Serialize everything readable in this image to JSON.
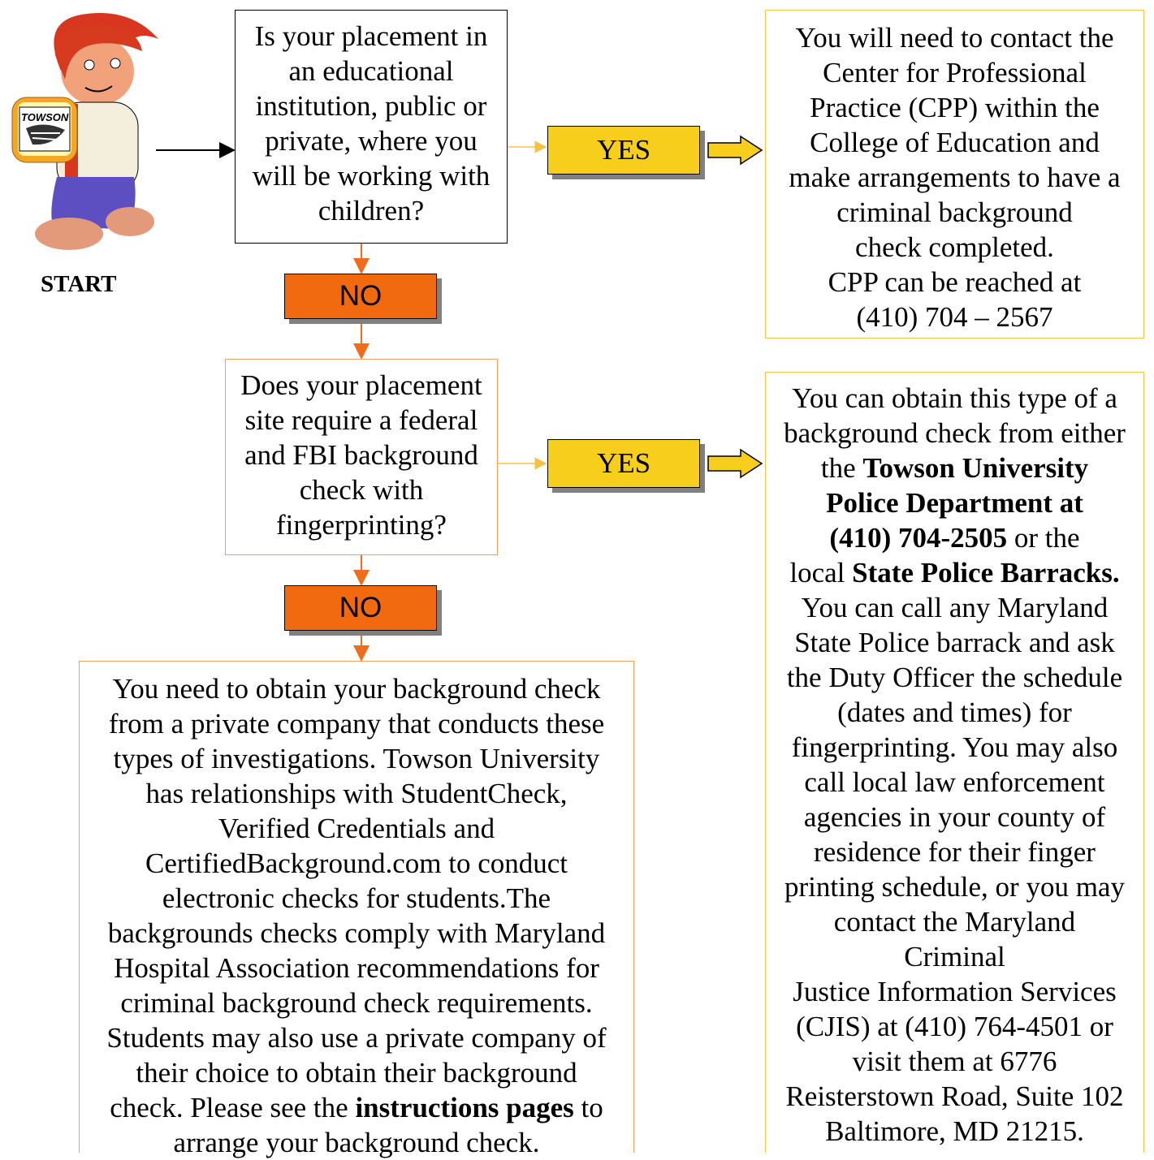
{
  "start_label": "START",
  "mascot": {
    "badge_text": "TOWSON"
  },
  "question1": [
    "Is your placement in",
    "an educational",
    "institution, public or",
    "private, where you",
    "will be working with",
    "children?"
  ],
  "question2": [
    "Does your placement",
    "site require a federal",
    "and FBI background",
    "check with",
    "fingerprinting?"
  ],
  "yes_label": "YES",
  "no_label": "NO",
  "answer_cpp": [
    "You will need to contact the",
    "Center for Professional",
    "Practice (CPP) within the",
    "College of Education and",
    "make arrangements to have a",
    "criminal background",
    "check completed.",
    "CPP can be reached at",
    "(410) 704 – 2567"
  ],
  "answer_fbi": {
    "l1": "You can obtain this type of a",
    "l2": "background check from either",
    "l3a": "the ",
    "l3b": "Towson University",
    "l4": "Police Department at",
    "l5a": "(410) 704-2505",
    "l5b": " or the",
    "l6a": "local ",
    "l6b": "State Police Barracks.",
    "rest": [
      "You can call any Maryland",
      "State Police barrack and ask",
      "the Duty Officer the schedule",
      "(dates and times) for",
      "fingerprinting. You may also",
      "call local law enforcement",
      "agencies in your county of",
      "residence for their finger",
      "printing schedule, or you may",
      "contact the Maryland",
      "Criminal",
      " Justice Information Services",
      "(CJIS) at (410) 764-4501 or",
      "visit them at 6776",
      "Reisterstown Road,  Suite 102",
      "Baltimore, MD 21215."
    ]
  },
  "answer_private": {
    "lines": [
      "You need to obtain your background check",
      "from a private company that conducts these",
      "types of investigations.  Towson University",
      "has relationships with StudentCheck,",
      "Verified Credentials and",
      "CertifiedBackground.com to conduct",
      "electronic checks for students.The",
      "backgrounds checks comply with Maryland",
      "Hospital Association recommendations for",
      "criminal background check requirements.",
      "Students may also use a private company of",
      "their choice to obtain their background"
    ],
    "last_a": "check. Please see the ",
    "last_b": "instructions pages",
    "last_c": " to",
    "final": "arrange your background check."
  }
}
